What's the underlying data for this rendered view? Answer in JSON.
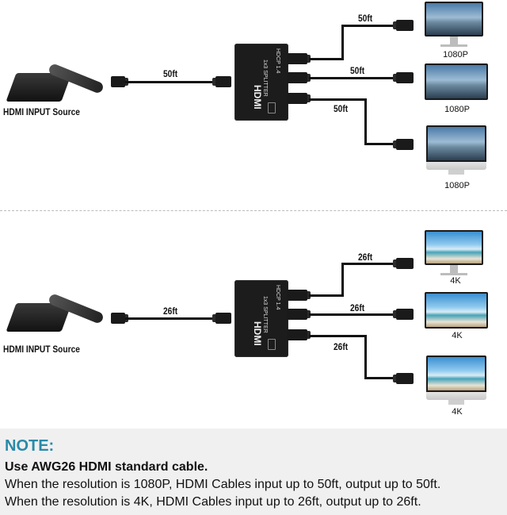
{
  "diagram": {
    "sections": [
      {
        "source_label": "HDMI INPUT Source",
        "input_length": "50ft",
        "splitter_text": {
          "brand": "HDMI",
          "subtitle": "1x3 SPLITTER",
          "version": "HDCP 1.4"
        },
        "outputs": [
          {
            "length": "50ft",
            "display": "monitor",
            "resolution": "1080P"
          },
          {
            "length": "50ft",
            "display": "tv",
            "resolution": "1080P"
          },
          {
            "length": "50ft",
            "display": "imac",
            "resolution": "1080P"
          }
        ]
      },
      {
        "source_label": "HDMI INPUT Source",
        "input_length": "26ft",
        "splitter_text": {
          "brand": "HDMI",
          "subtitle": "1x3 SPLITTER",
          "version": "HDCP 1.4"
        },
        "outputs": [
          {
            "length": "26ft",
            "display": "monitor",
            "resolution": "4K"
          },
          {
            "length": "26ft",
            "display": "tv",
            "resolution": "4K"
          },
          {
            "length": "26ft",
            "display": "imac",
            "resolution": "4K"
          }
        ]
      }
    ]
  },
  "note": {
    "title": "NOTE:",
    "lines": [
      "Use AWG26 HDMI standard cable.",
      "When the resolution is 1080P, HDMI Cables input up to 50ft, output up to 50ft.",
      "When the resolution is 4K, HDMI Cables input up to 26ft, output up to 26ft."
    ]
  },
  "colors": {
    "note_title": "#2a8aa8",
    "note_bg": "#f0f0f0",
    "cable": "#111111"
  }
}
